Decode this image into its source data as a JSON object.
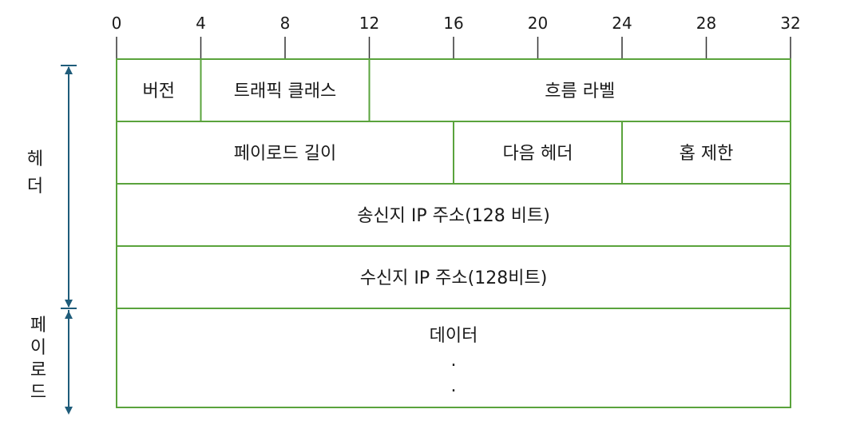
{
  "colors": {
    "border": "#5aa33c",
    "tick": "#333333",
    "arrow": "#1f5c7a",
    "text": "#1a1a1a"
  },
  "bit_ruler": {
    "labels": [
      "0",
      "4",
      "8",
      "12",
      "16",
      "20",
      "24",
      "28",
      "32"
    ]
  },
  "rows": [
    [
      {
        "label": "버전",
        "from": 0,
        "to": 4
      },
      {
        "label": "트래픽 클래스",
        "from": 4,
        "to": 12
      },
      {
        "label": "흐름 라벨",
        "from": 12,
        "to": 32
      }
    ],
    [
      {
        "label": "페이로드 길이",
        "from": 0,
        "to": 16
      },
      {
        "label": "다음 헤더",
        "from": 16,
        "to": 24
      },
      {
        "label": "홉 제한",
        "from": 24,
        "to": 32
      }
    ],
    [
      {
        "label": "송신지 IP 주소(128 비트)",
        "from": 0,
        "to": 32
      }
    ],
    [
      {
        "label": "수신지 IP 주소(128비트)",
        "from": 0,
        "to": 32
      }
    ]
  ],
  "payload_box": {
    "label": "데이터",
    "continuation": [
      ".",
      "."
    ]
  },
  "side_labels": {
    "header": [
      "헤",
      "더"
    ],
    "payload": [
      "페",
      "이",
      "로",
      "드"
    ]
  }
}
